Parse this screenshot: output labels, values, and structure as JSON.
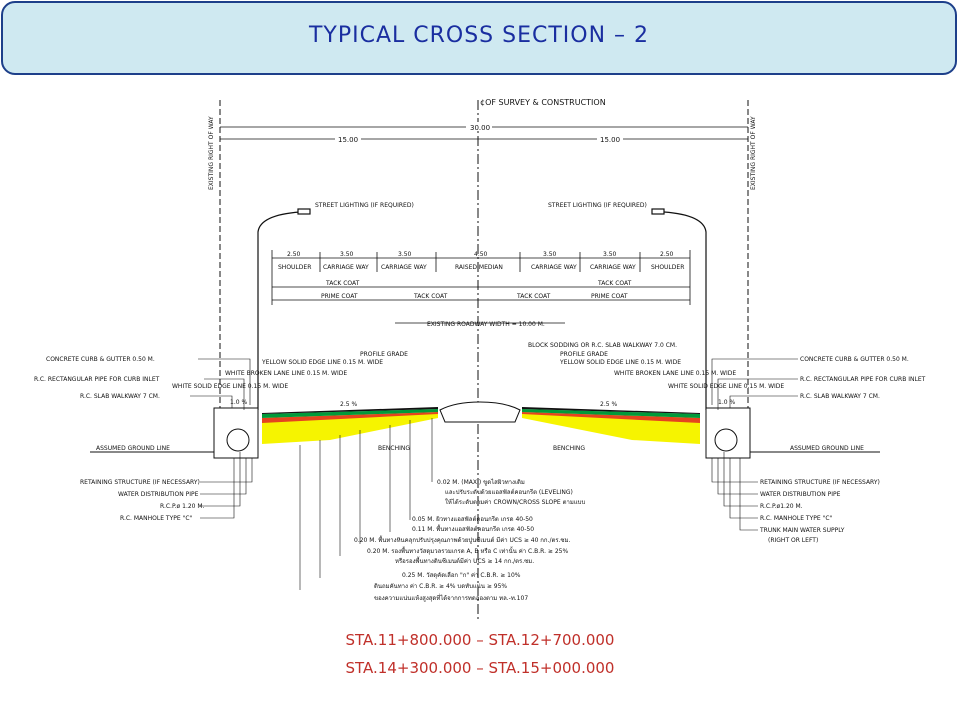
{
  "slide": {
    "title": "TYPICAL CROSS SECTION – 2",
    "stations": [
      "STA.11+800.000 – STA.12+700.000",
      "STA.14+300.000 – STA.15+000.000"
    ]
  },
  "drawing": {
    "centerline": "¢OF SURVEY & CONSTRUCTION",
    "row_label": "EXISTING RIGHT OF WAY",
    "total_width": "30.00",
    "half_widths": [
      "15.00",
      "15.00"
    ],
    "lane_dims": [
      "2.50",
      "3.50",
      "3.50",
      "4.50",
      "3.50",
      "3.50",
      "2.50"
    ],
    "lanes": [
      "SHOULDER",
      "CARRIAGE WAY",
      "CARRIAGE WAY",
      "RAISED MEDIAN",
      "CARRIAGE WAY",
      "CARRIAGE WAY",
      "SHOULDER"
    ],
    "coats": {
      "tack": "TACK COAT",
      "prime": "PRIME COAT"
    },
    "roadway_width": "EXISTING ROADWAY WIDTH = 10.00 M.",
    "street_lighting": "STREET LIGHTING (IF REQUIRED)",
    "profile_grade": "PROFILE GRADE",
    "slope": "2.5 %",
    "curb_slope": "1.0 %",
    "benching": "BENCHING",
    "ground_line": "ASSUMED GROUND LINE",
    "block_sodding": "BLOCK SODDING OR R.C. SLAB WALKWAY 7.0 CM.",
    "left_upper_labels": [
      "CONCRETE CURB & GUTTER 0.50 M.",
      "R.C. RECTANGULAR PIPE FOR CURB INLET",
      "R.C. SLAB WALKWAY 7 CM."
    ],
    "right_upper_labels": [
      "CONCRETE CURB & GUTTER 0.50 M.",
      "R.C. RECTANGULAR PIPE FOR CURB INLET",
      "R.C. SLAB WALKWAY 7 CM."
    ],
    "left_line_labels": [
      "YELLOW SOLID EDGE LINE 0.15 M. WIDE",
      "WHITE BROKEN LANE LINE 0.15 M. WIDE",
      "WHITE SOLID EDGE LINE 0.15 M. WIDE"
    ],
    "right_line_labels": [
      "YELLOW SOLID EDGE LINE 0.15 M. WIDE",
      "WHITE BROKEN LANE LINE 0.15 M. WIDE",
      "WHITE SOLID EDGE LINE 0.15 M. WIDE"
    ],
    "left_lower_labels": [
      "RETAINING STRUCTURE (IF NECESSARY)",
      "WATER DISTRIBUTION PIPE",
      "R.C.P.ø 1.20 M.",
      "R.C. MANHOLE TYPE \"C\""
    ],
    "right_lower_labels": [
      "RETAINING STRUCTURE (IF NECESSARY)",
      "WATER DISTRIBUTION PIPE",
      "R.C.P.ø1.20 M.",
      "R.C. MANHOLE TYPE \"C\"",
      "TRUNK MAIN WATER SUPPLY",
      "(RIGHT OR LEFT)"
    ],
    "pavement_notes": [
      "0.02 M. (MAX.) ขูดไสผิวทางเดิม",
      "และปรับระดับด้วยแอสฟัลต์คอนกรีต (LEVELING)",
      "ให้ได้ระดับตามค่า CROWN/CROSS SLOPE ตามแบบ",
      "0.05 M. ผิวทางแอสฟัลต์คอนกรีต เกรด 40-50",
      "0.11 M. พื้นทางแอสฟัลต์คอนกรีต เกรด 40-50",
      "0.20 M. พื้นทางหินคลุกปรับปรุงคุณภาพด้วยปูนซีเมนต์ มีค่า UCS ≥ 40 กก./ตร.ซม.",
      "0.20 M. รองพื้นทางวัสดุมวลรวมเกรด A, B หรือ C เท่านั้น ค่า C.B.R. ≥ 25%",
      "หรือรองพื้นทางดินซีเมนต์มีค่า UCS ≥ 14 กก./ตร.ซม.",
      "0.25 M. วัสดุคัดเลือก \"ก\" ค่า C.B.R. ≥ 10%",
      "ดินถมคันทาง ค่า C.B.R. ≥ 4% บดทับแน่น ≥ 95%",
      "ของความแน่นแห้งสูงสุดที่ได้จากการทดลองตาม ทล.-ท.107"
    ]
  }
}
